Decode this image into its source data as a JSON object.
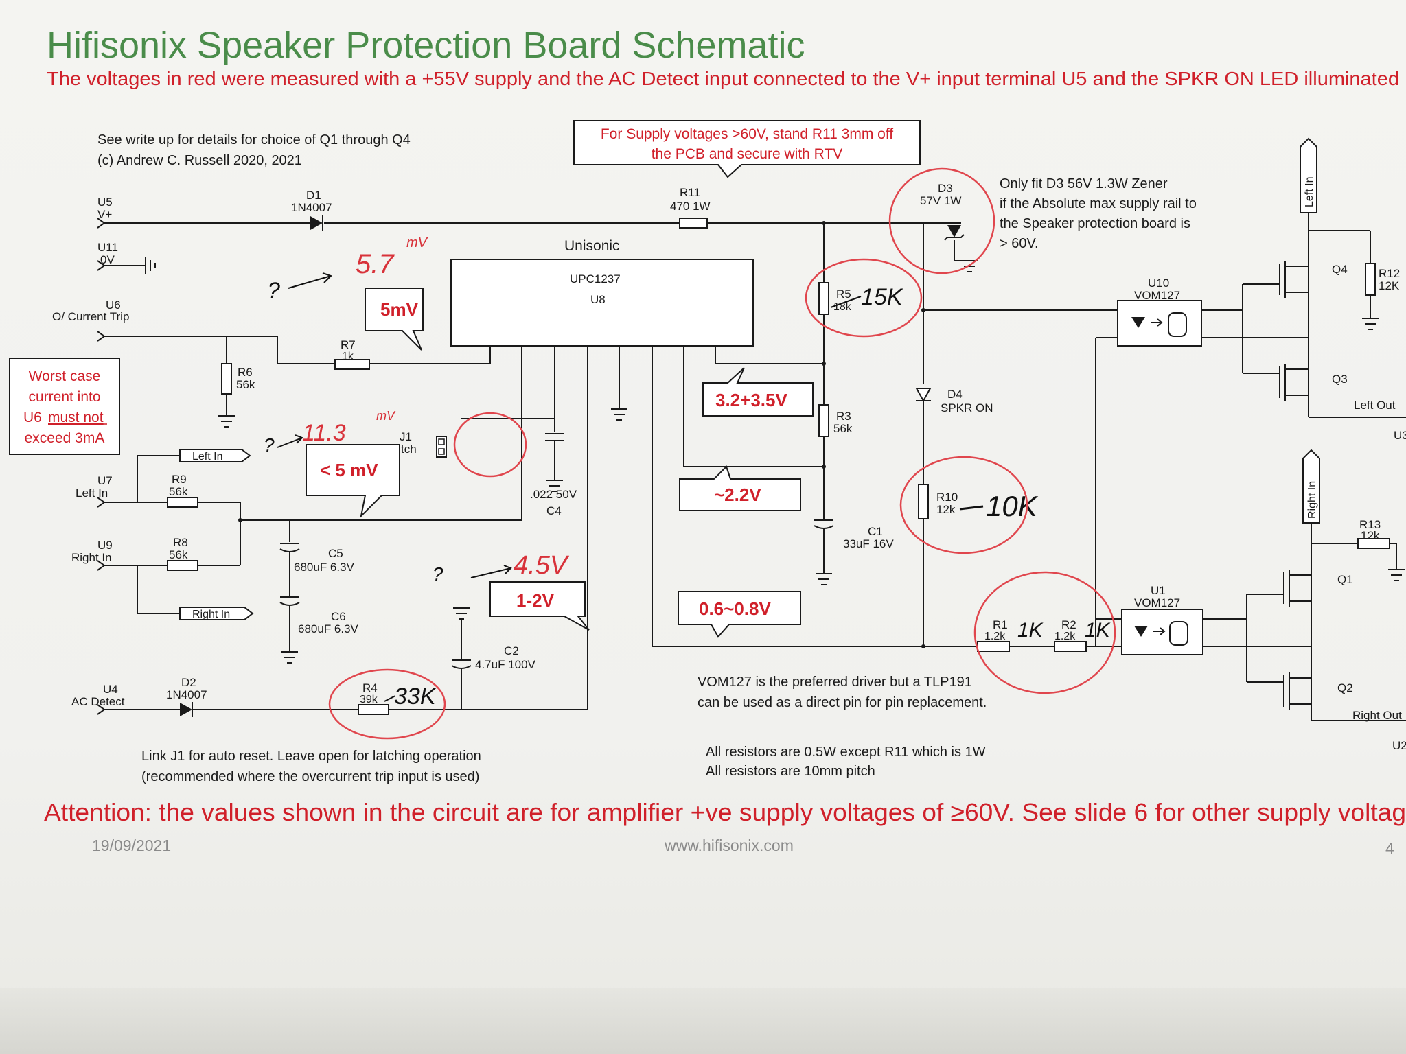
{
  "header": {
    "title": "Hifisonix Speaker Protection Board Schematic",
    "subtitle": "The voltages in red were measured with a +55V supply and the AC Detect input connected to the V+ input terminal U5 and the SPKR ON LED illuminated",
    "title_color": "#4a8c4a",
    "subtitle_color": "#d0202a"
  },
  "notes": {
    "writeup_1": "See write up for details for choice of Q1 through Q4",
    "writeup_2": "(c) Andrew C. Russell 2020, 2021",
    "r11_callout_1": "For Supply voltages >60V, stand R11 3mm off",
    "r11_callout_2": "the PCB and secure with RTV",
    "zener_1": "Only fit D3 56V 1.3W Zener",
    "zener_2": "if the Absolute max supply rail to",
    "zener_3": "the Speaker protection board is",
    "zener_4": "> 60V.",
    "worst_1": "Worst case",
    "worst_2": "current into",
    "worst_3a": "U6",
    "worst_3b": "must not",
    "worst_4": "exceed 3mA",
    "link_1": "Link J1 for auto reset. Leave open for latching operation",
    "link_2": "(recommended where the overcurrent trip input is used)",
    "vom_1": "VOM127 is the preferred driver but a TLP191",
    "vom_2": "can be used as a direct pin for pin replacement.",
    "res_1": "All resistors are 0.5W except R11 which is 1W",
    "res_2": "All resistors are 10mm pitch",
    "attention": "Attention: the values shown in the circuit are for amplifier +ve supply voltages of ≥60V. See slide 6 for other supply voltag"
  },
  "footer": {
    "date": "19/09/2021",
    "url": "www.hifisonix.com",
    "page": "4"
  },
  "components": {
    "u5": "U5",
    "u5_pin": "V+",
    "u11": "U11",
    "u11_pin": "0V",
    "u6": "U6",
    "u6_pin": "O/ Current Trip",
    "u7": "U7",
    "u7_pin": "Left In",
    "u9": "U9",
    "u9_pin": "Right In",
    "u4": "U4",
    "u4_pin": "AC Detect",
    "d1": "D1",
    "d1_val": "1N4007",
    "d2": "D2",
    "d2_val": "1N4007",
    "d3": "D3",
    "d3_val": "57V 1W",
    "d4": "D4",
    "d4_val": "SPKR ON",
    "r11": "R11",
    "r11_val": "470 1W",
    "r7": "R7",
    "r7_val": "1k",
    "r6": "R6",
    "r6_val": "56k",
    "r9": "R9",
    "r9_val": "56k",
    "r8": "R8",
    "r8_val": "56k",
    "r4": "R4",
    "r4_val": "39k",
    "r5": "R5",
    "r5_val": "18k",
    "r3": "R3",
    "r3_val": "56k",
    "r10": "R10",
    "r10_val": "12k",
    "r1": "R1",
    "r1_val": "1.2k",
    "r2": "R2",
    "r2_val": "1.2k",
    "r12": "R12",
    "r12_val": "12K",
    "r13": "R13",
    "r13_val": "12k",
    "c4": "C4",
    "c4_val": ".022 50V",
    "c5": "C5",
    "c5_val": "680uF 6.3V",
    "c6": "C6",
    "c6_val": "680uF 6.3V",
    "c2": "C2",
    "c2_val": "4.7uF 100V",
    "c1": "C1",
    "c1_val": "33uF 16V",
    "j1": "J1",
    "j1_val": "tch",
    "u8_vendor": "Unisonic",
    "u8_part": "UPC1237",
    "u8": "U8",
    "u10": "U10",
    "u10_val": "VOM127",
    "u1": "U1",
    "u1_val": "VOM127",
    "q1": "Q1",
    "q2": "Q2",
    "q3": "Q3",
    "q4": "Q4",
    "left_in_flag": "Left In",
    "right_in_flag": "Right In",
    "left_out": "Left Out",
    "right_out": "Right Out",
    "u3": "U3",
    "u2": "U2"
  },
  "measurements": {
    "m_5mv": "5mV",
    "m_32": "3.2+3.5V",
    "m_5mv2": "< 5 mV",
    "m_22": "~2.2V",
    "m_12": "1-2V",
    "m_0608": "0.6~0.8V"
  },
  "handwritten": {
    "h_57": "5.7",
    "h_57u": "mV",
    "h_113": "11.3",
    "h_113u": "mV",
    "h_45": "4.5V",
    "q_1": "?",
    "q_2": "?",
    "q_3": "?",
    "r5_new": "15K",
    "r10_new": "10K",
    "r4_new": "33K",
    "r1_new": "1K",
    "r2_new": "1K"
  }
}
